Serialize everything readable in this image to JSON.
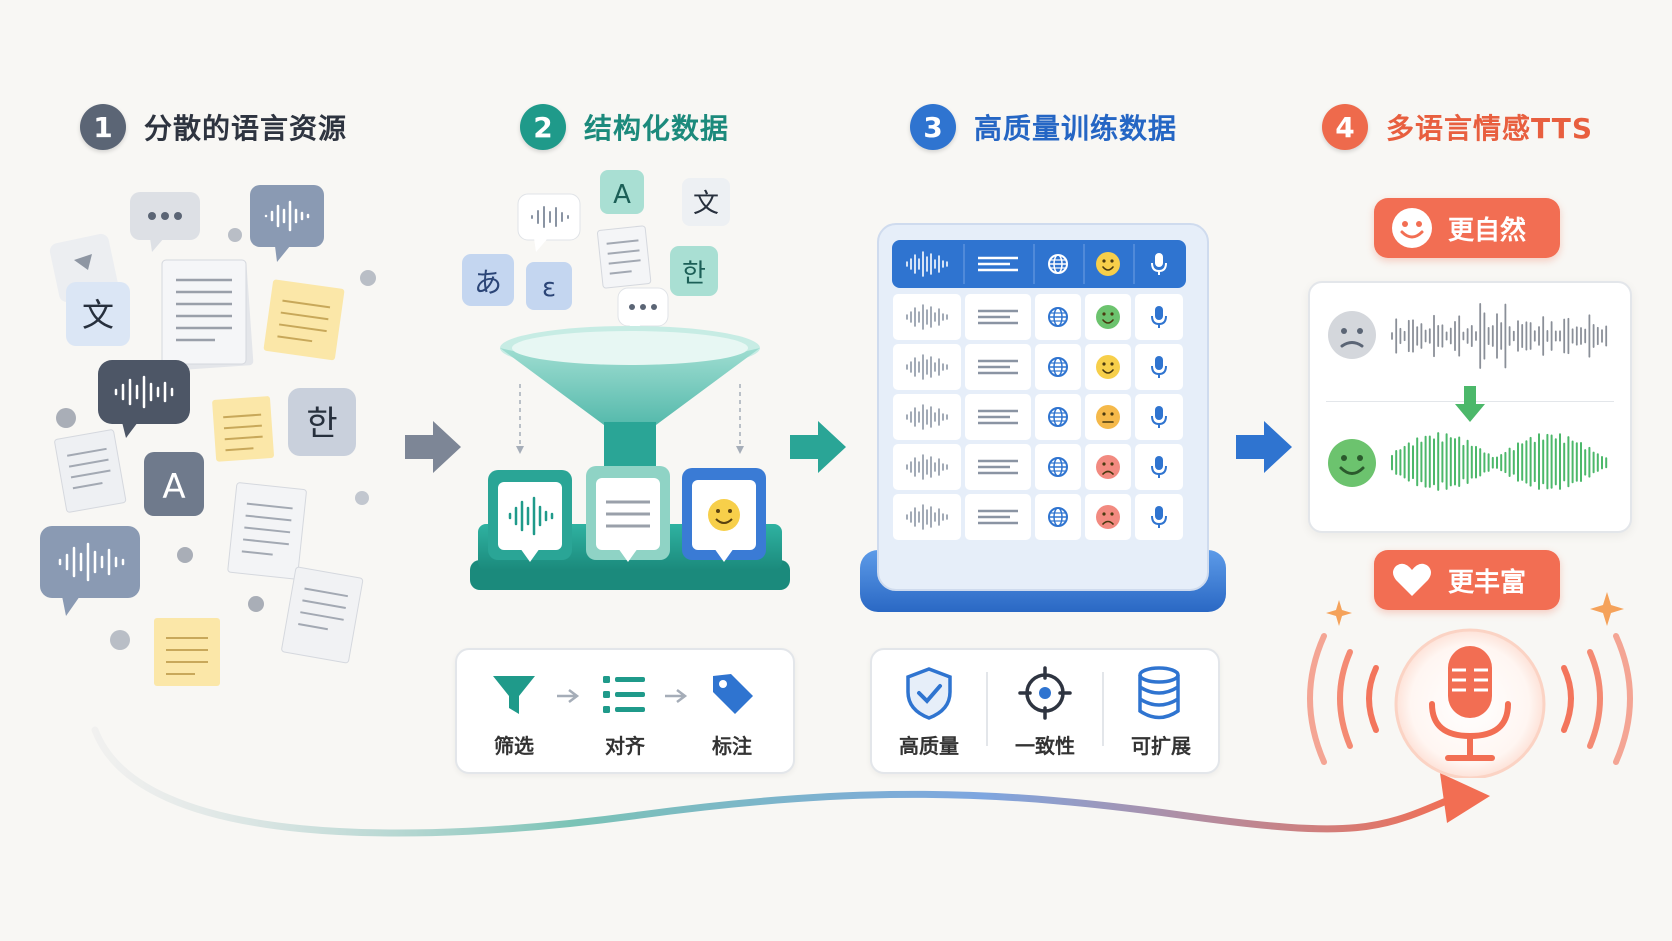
{
  "steps": [
    {
      "number": "1",
      "title": "分散的语言资源",
      "color": "#5b6575"
    },
    {
      "number": "2",
      "title": "结构化数据",
      "color": "#1f9a8a"
    },
    {
      "number": "3",
      "title": "高质量训练数据",
      "color": "#2f74d0"
    },
    {
      "number": "4",
      "title": "多语言情感TTS",
      "color": "#ee6a4c"
    }
  ],
  "resources": {
    "glyphs": {
      "wen": "文",
      "han": "한",
      "a": "A"
    }
  },
  "structured": {
    "glyphs": {
      "a": "A",
      "wen": "文",
      "hira": "あ",
      "epsilon": "ε",
      "han": "한"
    },
    "features": [
      {
        "label": "筛选",
        "icon": "filter-icon"
      },
      {
        "label": "对齐",
        "icon": "list-icon"
      },
      {
        "label": "标注",
        "icon": "tag-icon"
      }
    ]
  },
  "training": {
    "header_icons": [
      "waveform-icon",
      "text-lines-icon",
      "globe-icon",
      "smiley-icon",
      "microphone-icon"
    ],
    "row_emotions": [
      "happy",
      "neutral",
      "meh",
      "sad",
      "sad"
    ],
    "features": [
      {
        "label": "高质量",
        "icon": "shield-check-icon"
      },
      {
        "label": "一致性",
        "icon": "target-icon"
      },
      {
        "label": "可扩展",
        "icon": "database-icon"
      }
    ]
  },
  "tts": {
    "natural_label": "更自然",
    "rich_label": "更丰富"
  },
  "colors": {
    "gray": "#5b6575",
    "teal": "#1f9a8a",
    "blue": "#2f74d0",
    "orange": "#ee6a4c",
    "green": "#4cb86a"
  }
}
